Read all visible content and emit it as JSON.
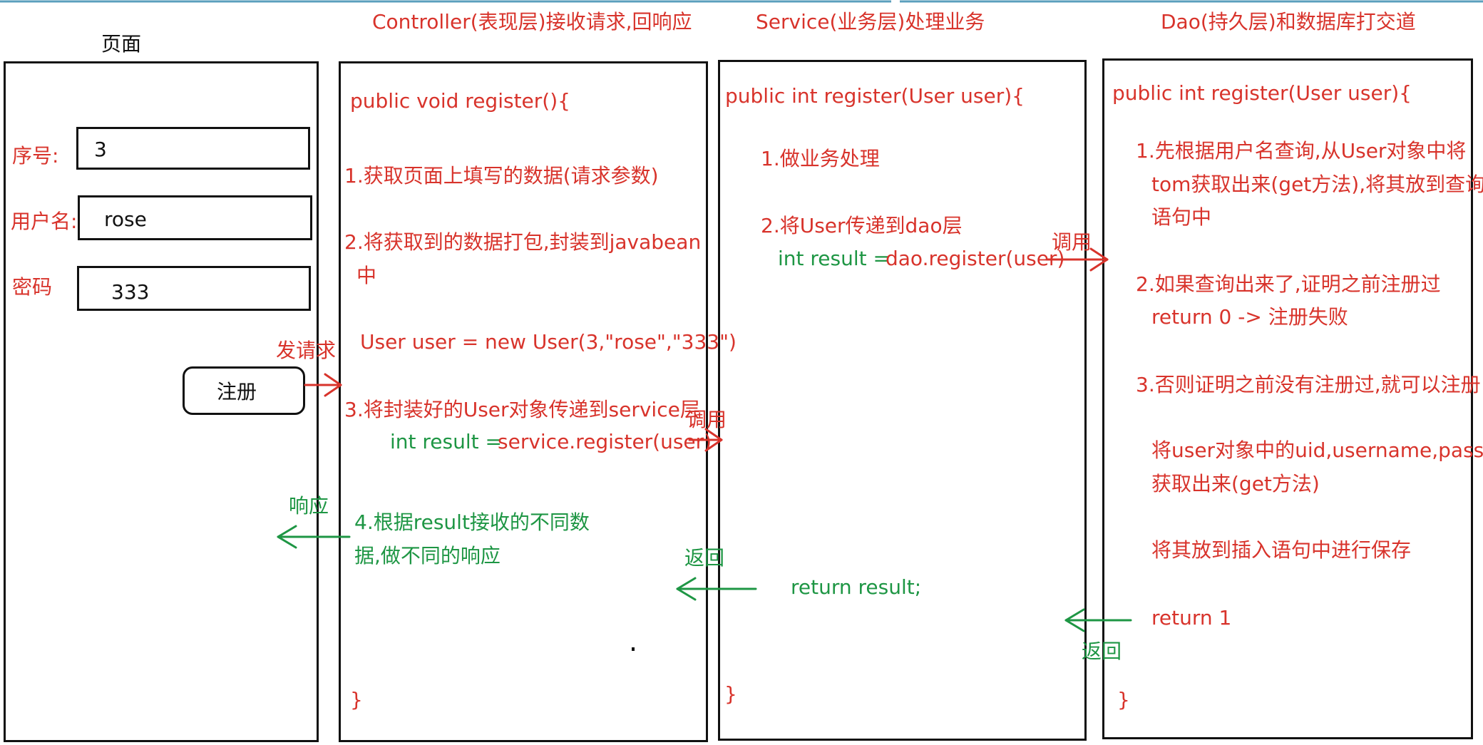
{
  "headers": {
    "page": "页面",
    "controller": "Controller(表现层)接收请求,回响应",
    "service": "Service(业务层)处理业务",
    "dao": "Dao(持久层)和数据库打交道"
  },
  "form": {
    "id_label": "序号:",
    "id_value": "3",
    "username_label": "用户名:",
    "username_value": "rose",
    "password_label": "密码",
    "password_value": "333",
    "register_button": "注册"
  },
  "arrows": {
    "send_request": "发请求",
    "call_1": "调用",
    "call_2": "调用",
    "response": "响应",
    "return_1": "返回",
    "return_2": "返回"
  },
  "controller": {
    "signature": "public void register(){",
    "step1": "1.获取页面上填写的数据(请求参数)",
    "step2_line1": "2.将获取到的数据打包,封装到javabean",
    "step2_line2": "中",
    "new_user": "User user = new User(3,\"rose\",\"333\")",
    "step3": "3.将封装好的User对象传递到service层",
    "call_left": "int result =",
    "call_right": "service.register(user)",
    "step4_line1": "4.根据result接收的不同数",
    "step4_line2": "据,做不同的响应",
    "close": "}"
  },
  "service": {
    "signature": "public int register(User user){",
    "step1": "1.做业务处理",
    "step2": "2.将User传递到dao层",
    "call_left": "int result =",
    "call_right": "dao.register(user)",
    "return": "return result;",
    "close": "}"
  },
  "dao": {
    "signature": "public int register(User user){",
    "step1_line1": "1.先根据用户名查询,从User对象中将",
    "step1_line2": "tom获取出来(get方法),将其放到查询",
    "step1_line3": "语句中",
    "step2_line1": "2.如果查询出来了,证明之前注册过",
    "step2_line2": "return 0 -> 注册失败",
    "step3": "3.否则证明之前没有注册过,就可以注册",
    "step3_a_line1": "将user对象中的uid,username,password",
    "step3_a_line2": "获取出来(get方法)",
    "step3_b": "将其放到插入语句中进行保存",
    "return": "return 1",
    "close": "}"
  },
  "colors": {
    "text_red": "#d8332b",
    "text_green": "#1e9644",
    "border": "#111111"
  }
}
